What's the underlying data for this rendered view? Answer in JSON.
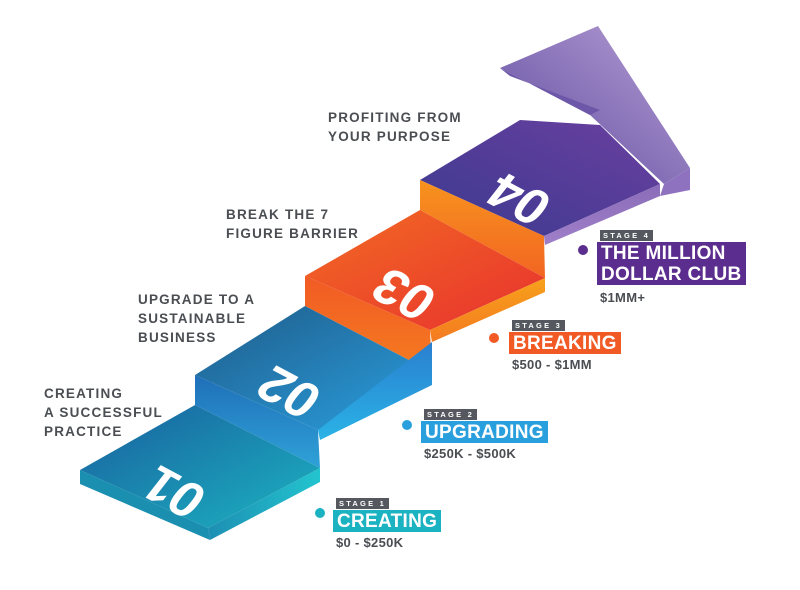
{
  "colors": {
    "stage1": "#1bb3c1",
    "stage2": "#2a9fde",
    "stage3": "#f15a24",
    "stage4": "#5b2d8e",
    "text_dark": "#4a4d52",
    "tag_bg": "#55595f"
  },
  "steps": [
    {
      "number": "01",
      "description": "CREATING\nA SUCCESSFUL\nPRACTICE"
    },
    {
      "number": "02",
      "description": "UPGRADE TO A\nSUSTAINABLE\nBUSINESS"
    },
    {
      "number": "03",
      "description": "BREAK THE 7\nFIGURE BARRIER"
    },
    {
      "number": "04",
      "description": "PROFITING FROM\nYOUR PURPOSE"
    }
  ],
  "stages": [
    {
      "tag": "STAGE 1",
      "title": "CREATING",
      "range": "$0 - $250K"
    },
    {
      "tag": "STAGE 2",
      "title": "UPGRADING",
      "range": "$250K - $500K"
    },
    {
      "tag": "STAGE 3",
      "title": "BREAKING",
      "range": "$500 - $1MM"
    },
    {
      "tag": "STAGE 4",
      "title": "THE MILLION\nDOLLAR CLUB",
      "range": "$1MM+"
    }
  ]
}
